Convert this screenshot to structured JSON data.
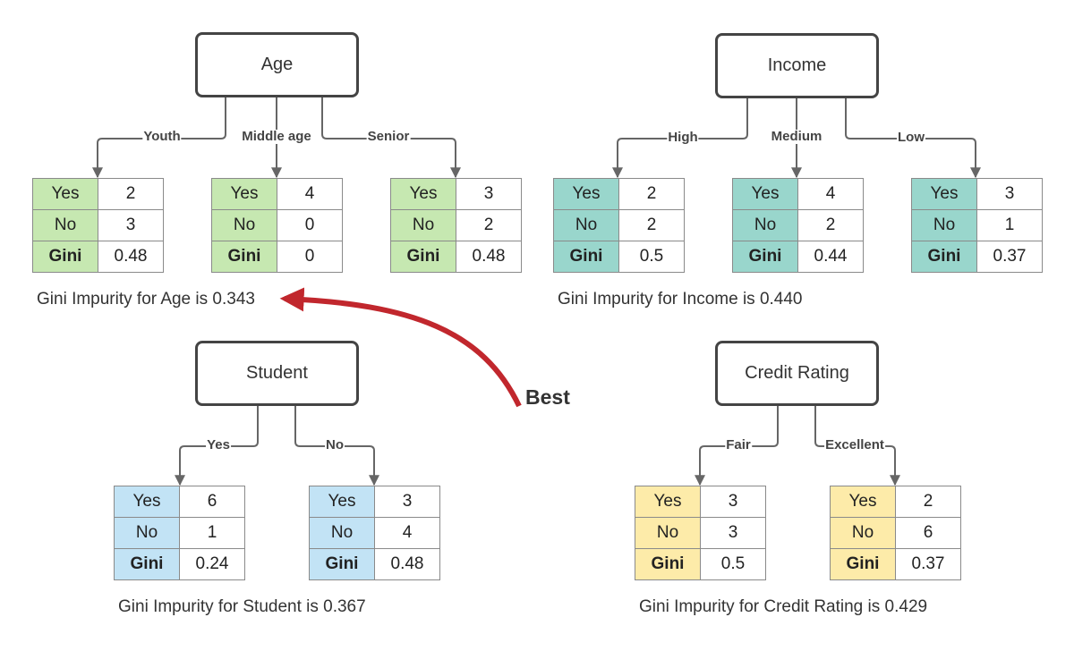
{
  "colors": {
    "age": "#c6e8b1",
    "income": "#99d6cc",
    "student": "#c2e3f5",
    "credit": "#fdeba9",
    "best_arrow": "#c1272d",
    "line": "#666666"
  },
  "row_labels": {
    "yes": "Yes",
    "no": "No",
    "gini": "Gini"
  },
  "attributes": {
    "age": {
      "name": "Age",
      "summary": "Gini Impurity for Age is 0.343",
      "branches": [
        {
          "label": "Youth",
          "yes": "2",
          "no": "3",
          "gini": "0.48"
        },
        {
          "label": "Middle age",
          "yes": "4",
          "no": "0",
          "gini": "0"
        },
        {
          "label": "Senior",
          "yes": "3",
          "no": "2",
          "gini": "0.48"
        }
      ]
    },
    "income": {
      "name": "Income",
      "summary": "Gini Impurity for Income is 0.440",
      "branches": [
        {
          "label": "High",
          "yes": "2",
          "no": "2",
          "gini": "0.5"
        },
        {
          "label": "Medium",
          "yes": "4",
          "no": "2",
          "gini": "0.44"
        },
        {
          "label": "Low",
          "yes": "3",
          "no": "1",
          "gini": "0.37"
        }
      ]
    },
    "student": {
      "name": "Student",
      "summary": "Gini Impurity for Student is 0.367",
      "branches": [
        {
          "label": "Yes",
          "yes": "6",
          "no": "1",
          "gini": "0.24"
        },
        {
          "label": "No",
          "yes": "3",
          "no": "4",
          "gini": "0.48"
        }
      ]
    },
    "credit": {
      "name": "Credit Rating",
      "summary": "Gini Impurity for Credit Rating is 0.429",
      "branches": [
        {
          "label": "Fair",
          "yes": "3",
          "no": "3",
          "gini": "0.5"
        },
        {
          "label": "Excellent",
          "yes": "2",
          "no": "6",
          "gini": "0.37"
        }
      ]
    }
  },
  "best_label": "Best"
}
